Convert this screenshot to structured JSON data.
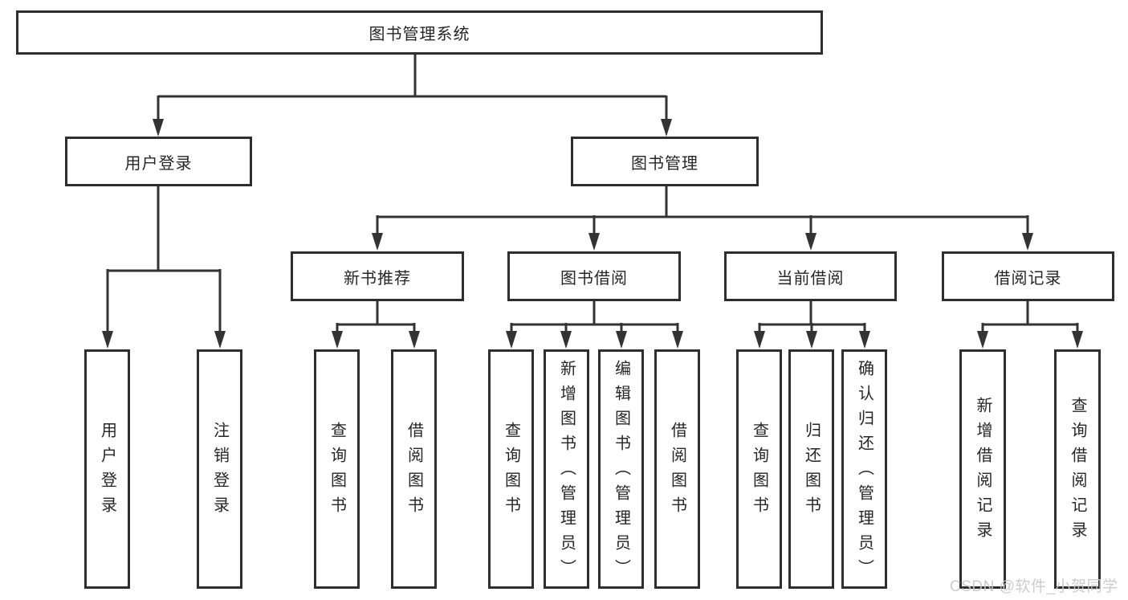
{
  "diagram": {
    "root": {
      "label": "图书管理系统"
    },
    "level2": [
      {
        "label": "用户登录"
      },
      {
        "label": "图书管理"
      }
    ],
    "level3": [
      {
        "label": "新书推荐"
      },
      {
        "label": "图书借阅"
      },
      {
        "label": "当前借阅"
      },
      {
        "label": "借阅记录"
      }
    ],
    "leaves": {
      "login": [
        {
          "label": "用户登录"
        },
        {
          "label": "注销登录"
        }
      ],
      "recommend": [
        {
          "label": "查询图书"
        },
        {
          "label": "借阅图书"
        }
      ],
      "borrow": [
        {
          "label": "查询图书"
        },
        {
          "label": "新增图书（管理员）"
        },
        {
          "label": "编辑图书（管理员）"
        },
        {
          "label": "借阅图书"
        }
      ],
      "current": [
        {
          "label": "查询图书"
        },
        {
          "label": "归还图书"
        },
        {
          "label": "确认归还（管理员）"
        }
      ],
      "records": [
        {
          "label": "新增借阅记录"
        },
        {
          "label": "查询借阅记录"
        }
      ]
    }
  },
  "watermark": {
    "text": "CSDN @软件_小贺同学"
  },
  "colors": {
    "line": "#333333",
    "box_border": "#2e2e2e",
    "text": "#262626",
    "watermark": "#c8c8c8",
    "background": "#ffffff"
  }
}
